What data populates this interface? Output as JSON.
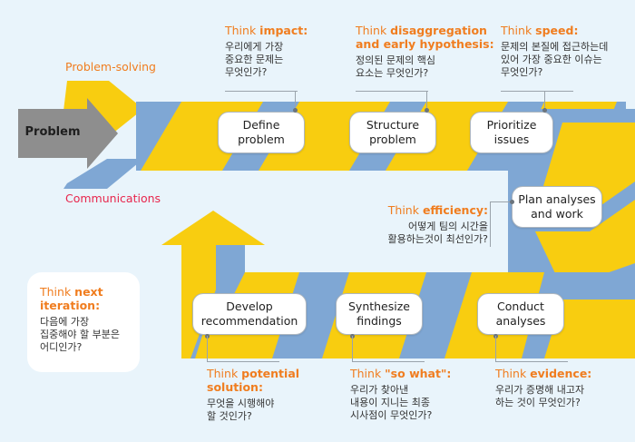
{
  "start_label": "Problem",
  "side_labels": {
    "top": "Problem-solving",
    "bottom": "Communications"
  },
  "colors": {
    "blue": "#7fa7d4",
    "yellow": "#f8cd10",
    "gray_arrow": "#8e8e8e",
    "accent_orange": "#f07d1f",
    "accent_red": "#e8264d"
  },
  "steps": [
    {
      "id": "define",
      "label": "Define\nproblem"
    },
    {
      "id": "structure",
      "label": "Structure\nproblem"
    },
    {
      "id": "prioritize",
      "label": "Prioritize\nissues"
    },
    {
      "id": "plan",
      "label": "Plan analyses\nand work"
    },
    {
      "id": "conduct",
      "label": "Conduct\nanalyses"
    },
    {
      "id": "synthesize",
      "label": "Synthesize\nfindings"
    },
    {
      "id": "develop",
      "label": "Develop\nrecommendation"
    }
  ],
  "notes": {
    "impact": {
      "prefix": "Think ",
      "keyword": "impact:",
      "body": "우리에게 가장\n중요한 문제는\n무엇인가?"
    },
    "disaggregation": {
      "prefix": "Think ",
      "keyword": "disaggregation\nand early hypothesis:",
      "body": "정의된 문제의 핵심\n요소는 무엇인가?"
    },
    "speed": {
      "prefix": "Think ",
      "keyword": "speed:",
      "body": "문제의 본질에 접근하는데\n있어 가장 중요한 이슈는\n무엇인가?"
    },
    "efficiency": {
      "prefix": "Think ",
      "keyword": "efficiency:",
      "body": "어떻게 팀의 시간을\n활용하는것이 최선인가?"
    },
    "evidence": {
      "prefix": "Think ",
      "keyword": "evidence:",
      "body": "우리가 증명해 내고자\n하는 것이 무엇인가?"
    },
    "so_what": {
      "prefix": "Think ",
      "keyword": "\"so what\":",
      "body": "우리가 찾아낸\n내용이 지니는 최종\n시사점이 무엇인가?"
    },
    "potential": {
      "prefix": "Think ",
      "keyword": "potential\nsolution:",
      "body": "무엇을 시행해야\n할 것인가?"
    },
    "next_iteration": {
      "prefix": "Think ",
      "keyword": "next\niteration:",
      "body": "다음에 가장\n집중해야 할 부분은\n어디인가?"
    }
  }
}
